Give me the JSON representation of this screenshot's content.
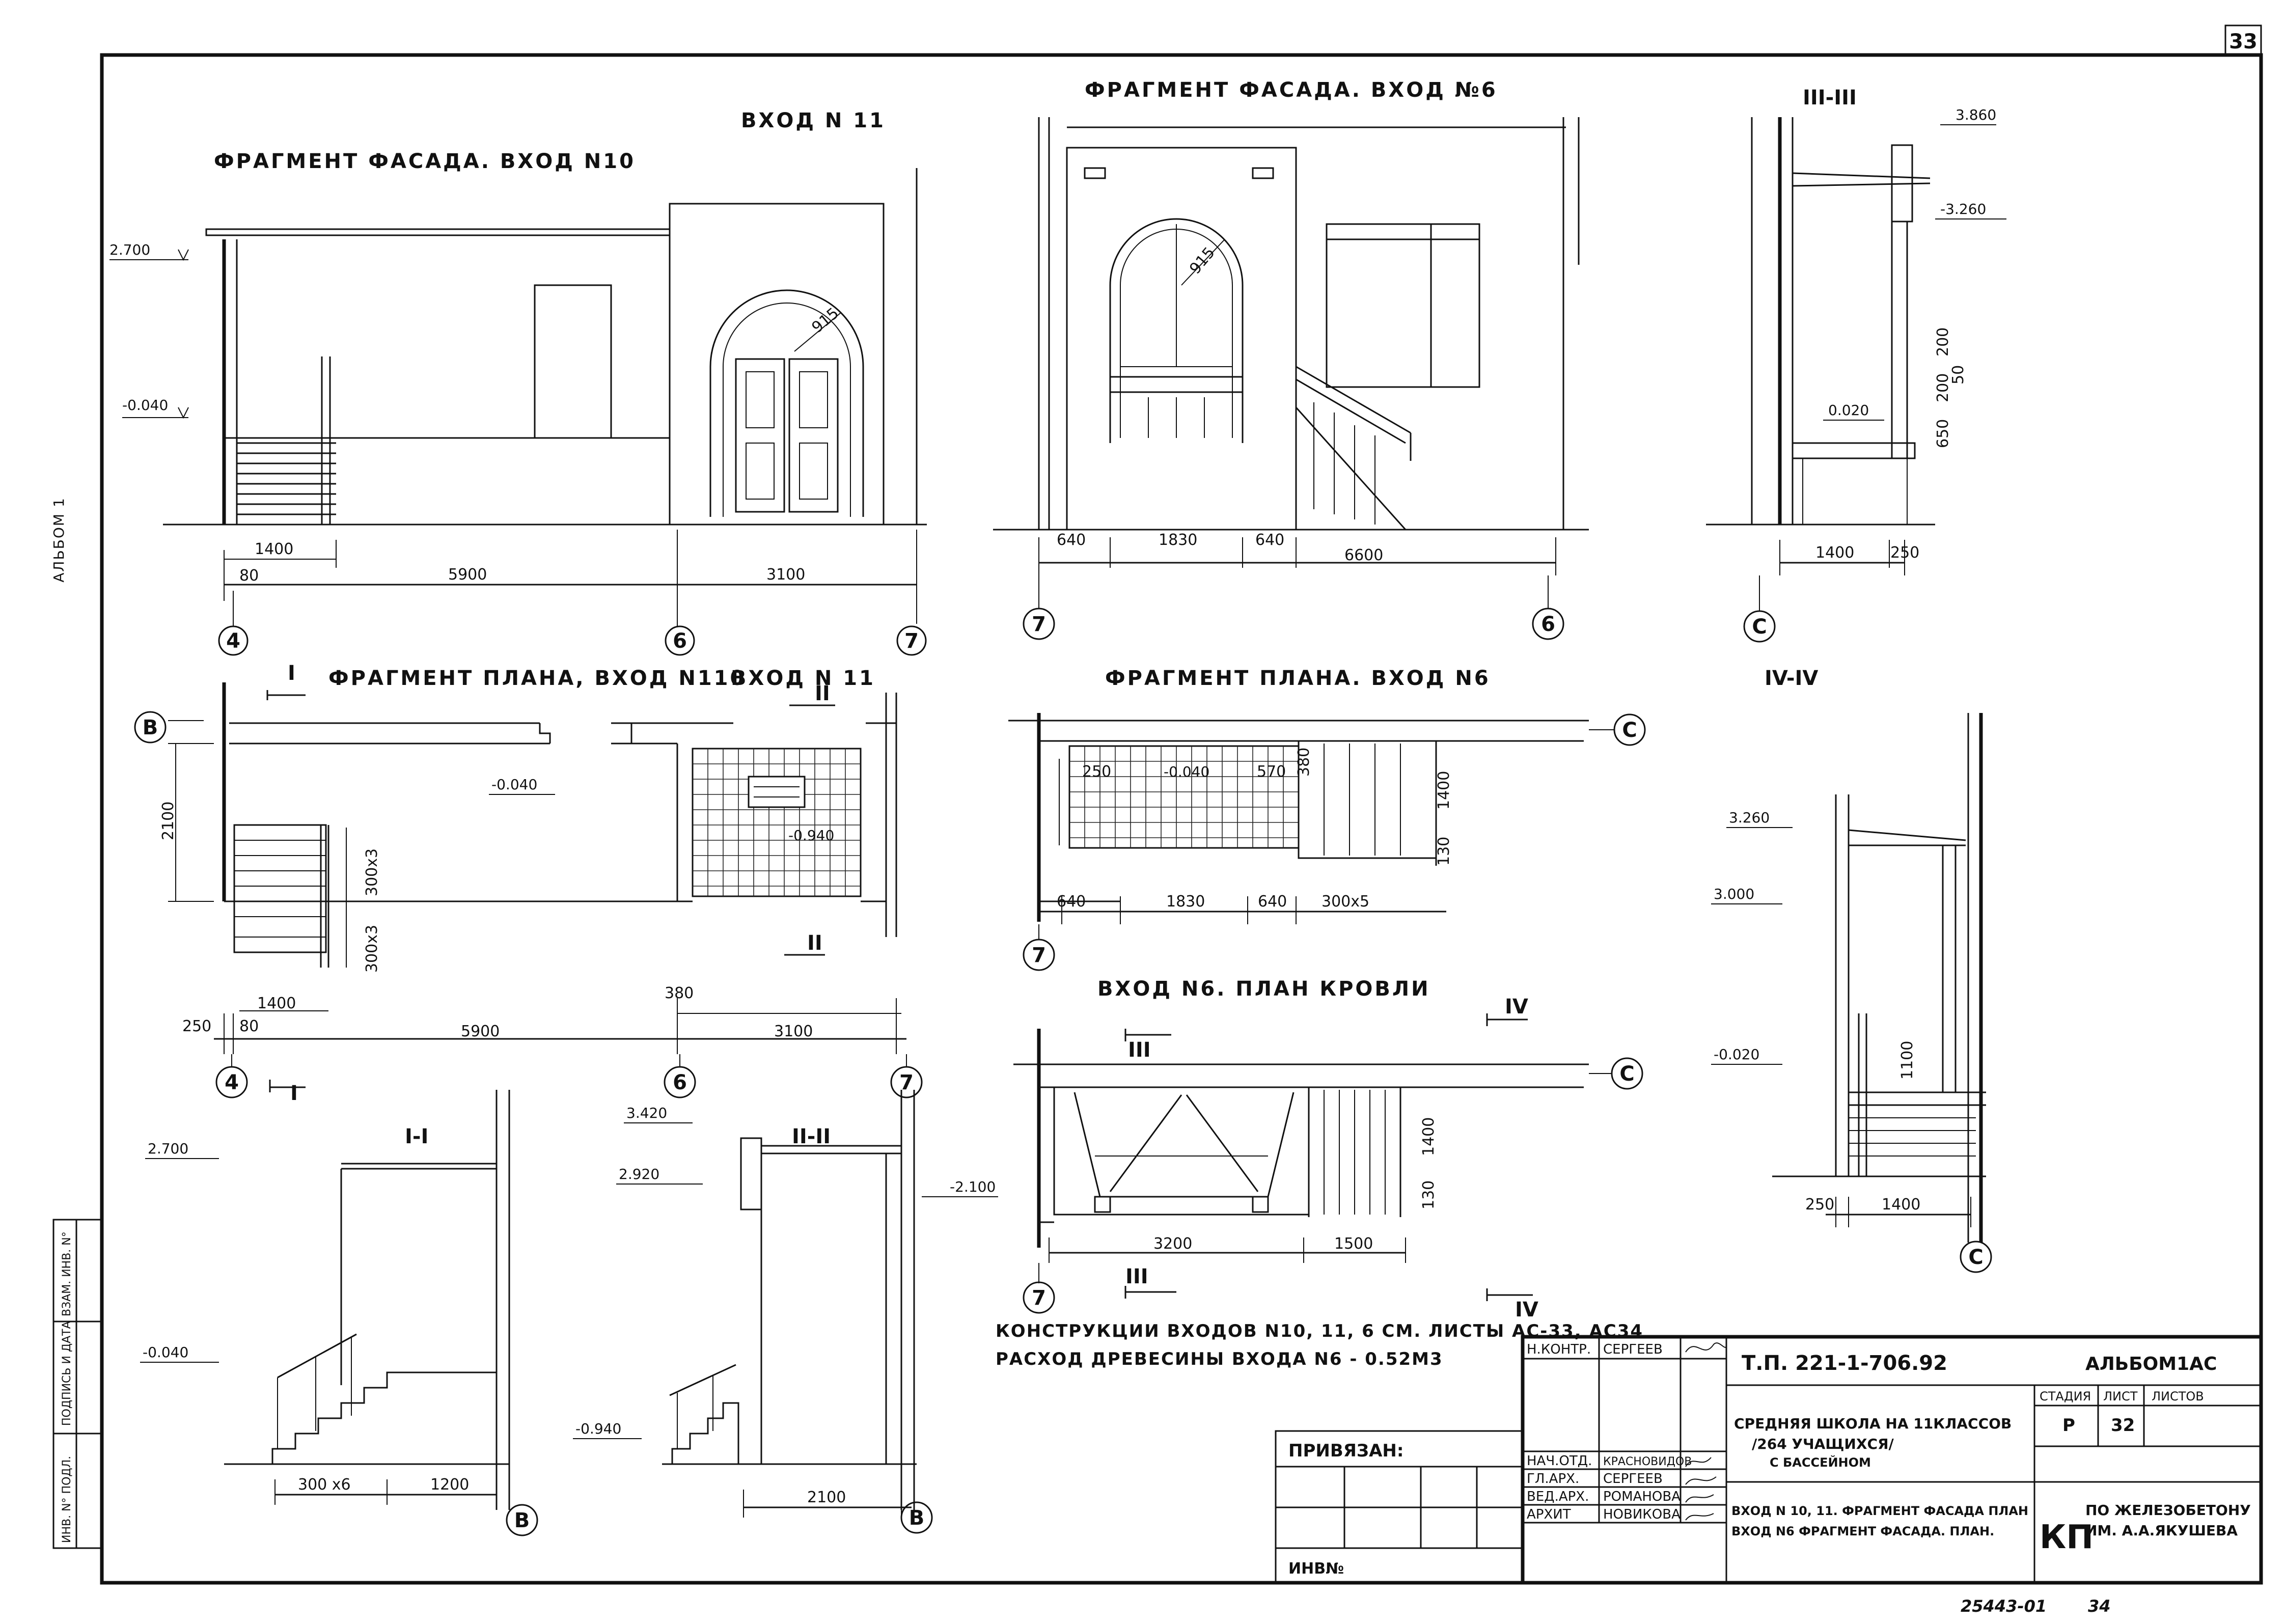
{
  "sheet_number": "33",
  "side_label": "АЛЬБОМ 1",
  "sheet_index": "25443-01",
  "sheet_index_page": "34",
  "views": {
    "facade_10_title": "ФРАГМЕНТ ФАСАДА. ВХОД N10",
    "entry_11_title": "ВХОД N 11",
    "facade_6_title": "ФРАГМЕНТ ФАСАДА. ВХОД №6",
    "section_3_title": "III-III",
    "plan_10_title": "ФРАГМЕНТ ПЛАНА, ВХОД N110",
    "plan_11_title": "ВХОД N 11",
    "plan_6_title": "ФРАГМЕНТ ПЛАНА. ВХОД N6",
    "section_4_title": "IV-IV",
    "roof_6_title": "ВХОД N6. ПЛАН КРОВЛИ",
    "section_1_title": "I-I",
    "section_2_title": "II-II"
  },
  "levels": {
    "l_2700": "2.700",
    "l_m0040": "-0.040",
    "l_3860": "3.860",
    "l_m3260": "-3.260",
    "l_0020": "0.020",
    "l_m0040b": "-0.040",
    "l_0940": "-0.940",
    "l_m0040c": "-0.040",
    "l_3260": "3.260",
    "l_3000": "3.000",
    "l_m0020": "-0.020",
    "l_2700b": "2.700",
    "l_m0040d": "-0.040",
    "l_3420": "3.420",
    "l_2920": "2.920",
    "l_m2100": "-2.100",
    "l_m0940": "-0.940"
  },
  "dims": {
    "d_1400a": "1400",
    "d_80a": "80",
    "d_5900a": "5900",
    "d_3100a": "3100",
    "d_640a": "640",
    "d_1830a": "1830",
    "d_640b": "640",
    "d_6600": "6600",
    "d_915a": "915",
    "d_915b": "915",
    "d_1400b": "1400",
    "d_250a": "250",
    "d_650": "650",
    "d_200a": "200",
    "d_200b": "200",
    "d_50": "50",
    "d_2100a": "2100",
    "d_300x3a": "300х3",
    "d_300x3b": "300х3",
    "d_1400c": "1400",
    "d_250b": "250",
    "d_80b": "80",
    "d_5900b": "5900",
    "d_380a": "380",
    "d_3100b": "3100",
    "d_250c": "250",
    "d_570": "570",
    "d_380b": "380",
    "d_1400d": "1400",
    "d_130a": "130",
    "d_640c": "640",
    "d_1830b": "1830",
    "d_640d": "640",
    "d_300x5": "300х5",
    "d_1100": "1100",
    "d_250d": "250",
    "d_1400e": "1400",
    "d_1400f": "1400",
    "d_130b": "130",
    "d_3200": "3200",
    "d_1500": "1500",
    "d_300x6": "300 х6",
    "d_1200": "1200",
    "d_2100b": "2100"
  },
  "axes": {
    "a4a": "4",
    "a6a": "6",
    "a7a": "7",
    "a7b": "7",
    "a6b": "6",
    "aCa": "C",
    "aB1": "В",
    "aCb": "C",
    "a7c": "7",
    "a4b": "4",
    "a6c": "6",
    "a7d": "7",
    "aCc": "C",
    "a7e": "7",
    "aCd": "C",
    "aB2": "В",
    "aB3": "В"
  },
  "section_marks": {
    "s1": "I",
    "s1b": "I",
    "s2": "II",
    "s2b": "II",
    "s3": "III",
    "s3b": "III",
    "s4": "IV",
    "s4b": "IV"
  },
  "notes": {
    "line1": "КОНСТРУКЦИИ ВХОДОВ N10, 11, 6 СМ. ЛИСТЫ АС-33, АС34",
    "line2": "РАСХОД ДРЕВЕСИНЫ ВХОДА N6 - 0.52М3"
  },
  "title_block": {
    "privyazan": "ПРИВЯЗАН:",
    "inv": "ИНВ№",
    "doc_code": "Т.П. 221-1-706.92",
    "album": "АЛЬБОМ1АС",
    "object_line1": "СРЕДНЯЯ ШКОЛА НА 11КЛАССОВ",
    "object_line2": "/264 УЧАЩИХСЯ/",
    "object_line3": "С БАССЕЙНОМ",
    "sheet_line1": "ВХОД N 10, 11. ФРАГМЕНТ ФАСАДА ПЛАН",
    "sheet_line2": "ВХОД N6 ФРАГМЕНТ ФАСАДА. ПЛАН.",
    "stage_label": "СТАДИЯ",
    "sheet_label": "ЛИСТ",
    "sheets_label": "ЛИСТОВ",
    "stage": "Р",
    "sheet": "32",
    "sheets": "",
    "org_logo": "КП",
    "org_line1": "ПО ЖЕЛЕЗОБЕТОНУ",
    "org_line2": "ИМ. А.А.ЯКУШЕВА",
    "people": [
      {
        "role": "Н.КОНТР.",
        "name": "СЕРГЕЕВ"
      },
      {
        "role": "НАЧ.ОТД.",
        "name": "КРАСНОВИДОВ"
      },
      {
        "role": "ГЛ.АРХ.",
        "name": "СЕРГЕЕВ"
      },
      {
        "role": "ВЕД.АРХ.",
        "name": "РОМАНОВА"
      },
      {
        "role": "АРХИТ",
        "name": "НОВИКОВА"
      }
    ],
    "side_cells": [
      "ИНВ. N° ПОДЛ.",
      "ПОДПИСЬ И ДАТА",
      "ВЗАМ. ИНВ. N°"
    ]
  },
  "colors": {
    "ink": "#111111",
    "paper": "#ffffff"
  }
}
